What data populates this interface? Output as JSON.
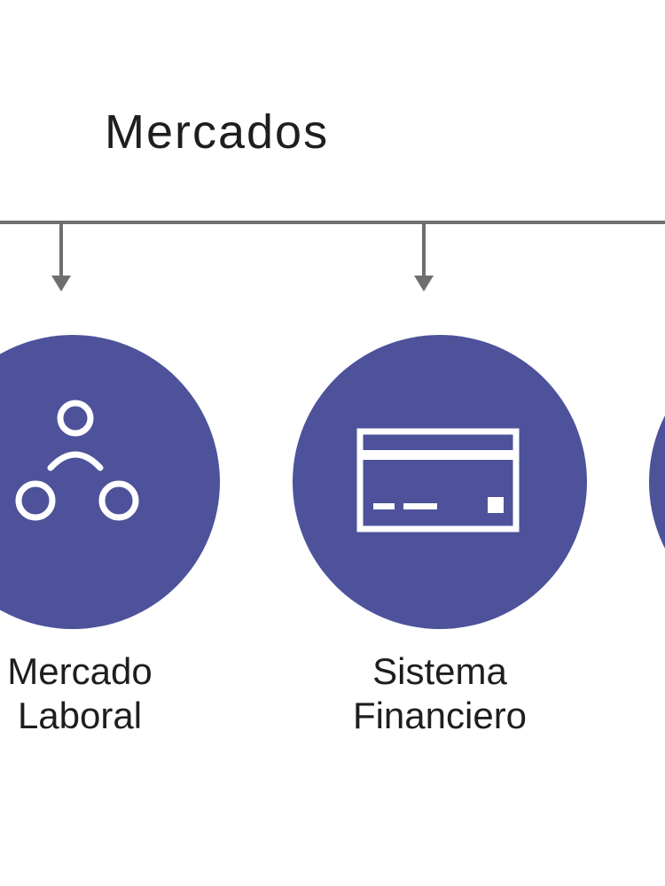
{
  "title": "Mercados",
  "colors": {
    "circle_fill": "#4d529b",
    "line": "#6e6e6e",
    "icon_stroke": "#ffffff",
    "text": "#1e1e1e"
  },
  "nodes": [
    {
      "id": "mercado-laboral",
      "label_lines": [
        "Mercado",
        "Laboral"
      ],
      "icon": "people-network-icon"
    },
    {
      "id": "sistema-financiero",
      "label_lines": [
        "Sistema",
        "Financiero"
      ],
      "icon": "credit-card-icon"
    },
    {
      "id": "third-node",
      "label_lines": [],
      "icon": ""
    }
  ]
}
